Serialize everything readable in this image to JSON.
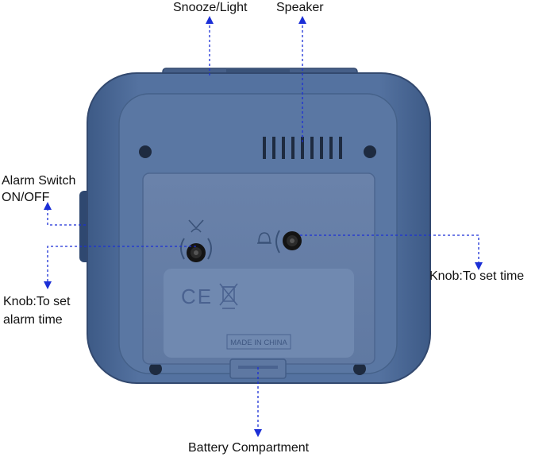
{
  "labels": {
    "snooze": "Snooze/Light",
    "speaker": "Speaker",
    "alarm_switch_line1": "Alarm Switch",
    "alarm_switch_line2": "ON/OFF",
    "knob_alarm_line1": "Knob:To set",
    "knob_alarm_line2": "alarm time",
    "knob_time": "Knob:To set time",
    "battery": "Battery Compartment"
  },
  "device": {
    "ce_mark": "CE",
    "made_in": "MADE IN CHINA"
  },
  "colors": {
    "body": "#4d6a96",
    "body_dark": "#3a5680",
    "panel": "#6e86ad",
    "panel_inner": "#7891b6",
    "pointer": "#1b2fd6",
    "knob": "#111111"
  },
  "icons": {
    "alarm_symbol": "alarm-bell-icon",
    "bell_symbol": "bell-icon",
    "recycle_symbol": "crossed-bin-icon"
  }
}
